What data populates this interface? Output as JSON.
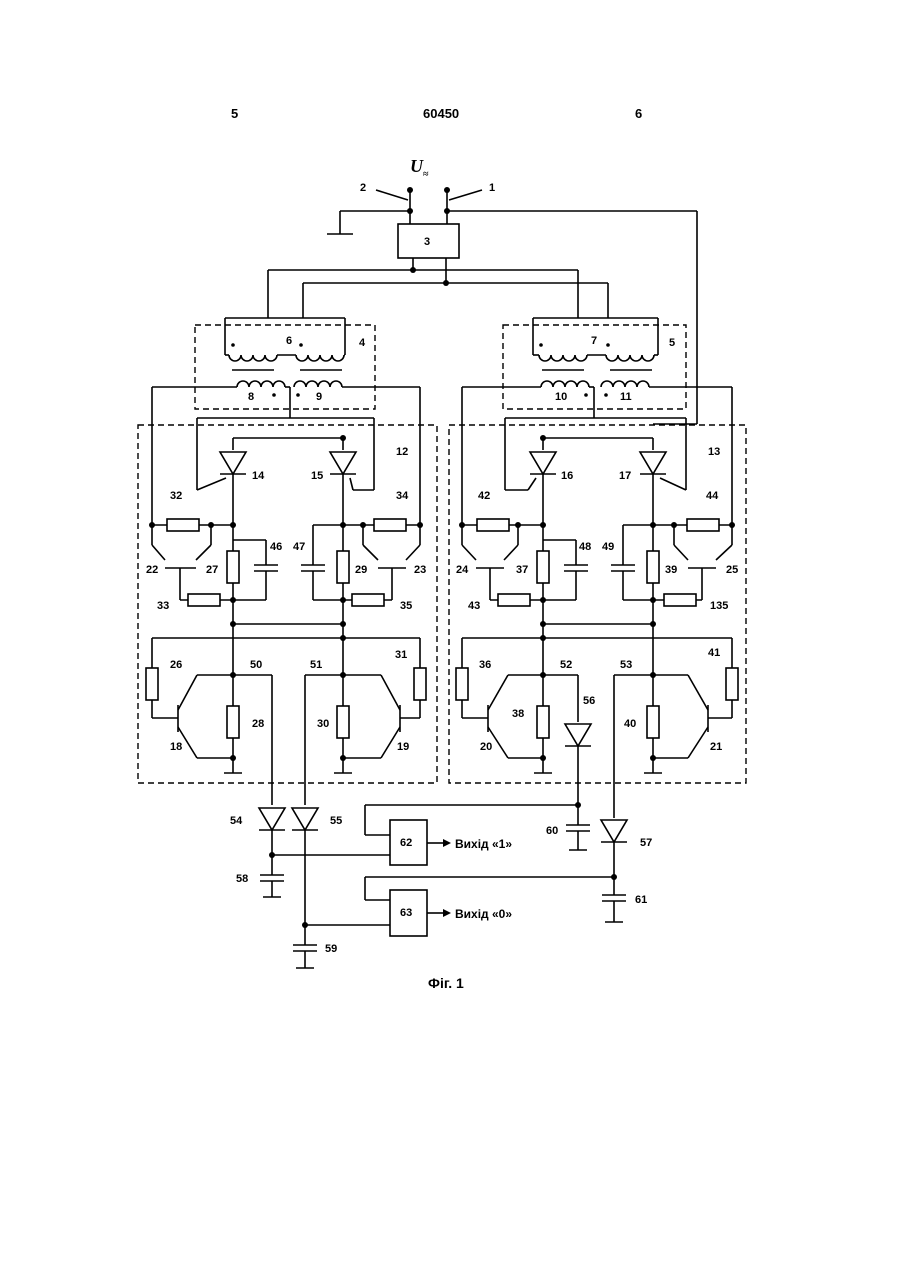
{
  "header": {
    "left": "5",
    "center": "60450",
    "right": "6"
  },
  "caption": "Фіг. 1",
  "input_label": {
    "symbol": "U",
    "subscript": "≈"
  },
  "outputs": {
    "out1": "Вихід «1»",
    "out0": "Вихід «0»"
  },
  "labels": {
    "n1": "1",
    "n2": "2",
    "n3": "3",
    "n4": "4",
    "n5": "5",
    "n6": "6",
    "n7": "7",
    "n8": "8",
    "n9": "9",
    "n10": "10",
    "n11": "11",
    "n12": "12",
    "n13": "13",
    "n14": "14",
    "n15": "15",
    "n16": "16",
    "n17": "17",
    "n18": "18",
    "n19": "19",
    "n20": "20",
    "n21": "21",
    "n22": "22",
    "n23": "23",
    "n24": "24",
    "n25": "25",
    "n26": "26",
    "n27": "27",
    "n28": "28",
    "n29": "29",
    "n30": "30",
    "n31": "31",
    "n32": "32",
    "n33": "33",
    "n34": "34",
    "n35": "35",
    "n36": "36",
    "n37": "37",
    "n38": "38",
    "n39": "39",
    "n40": "40",
    "n41": "41",
    "n42": "42",
    "n43": "43",
    "n44": "44",
    "n135": "135",
    "n46": "46",
    "n47": "47",
    "n48": "48",
    "n49": "49",
    "n50": "50",
    "n51": "51",
    "n52": "52",
    "n53": "53",
    "n54": "54",
    "n55": "55",
    "n56": "56",
    "n57": "57",
    "n58": "58",
    "n59": "59",
    "n60": "60",
    "n61": "61",
    "n62": "62",
    "n63": "63"
  }
}
